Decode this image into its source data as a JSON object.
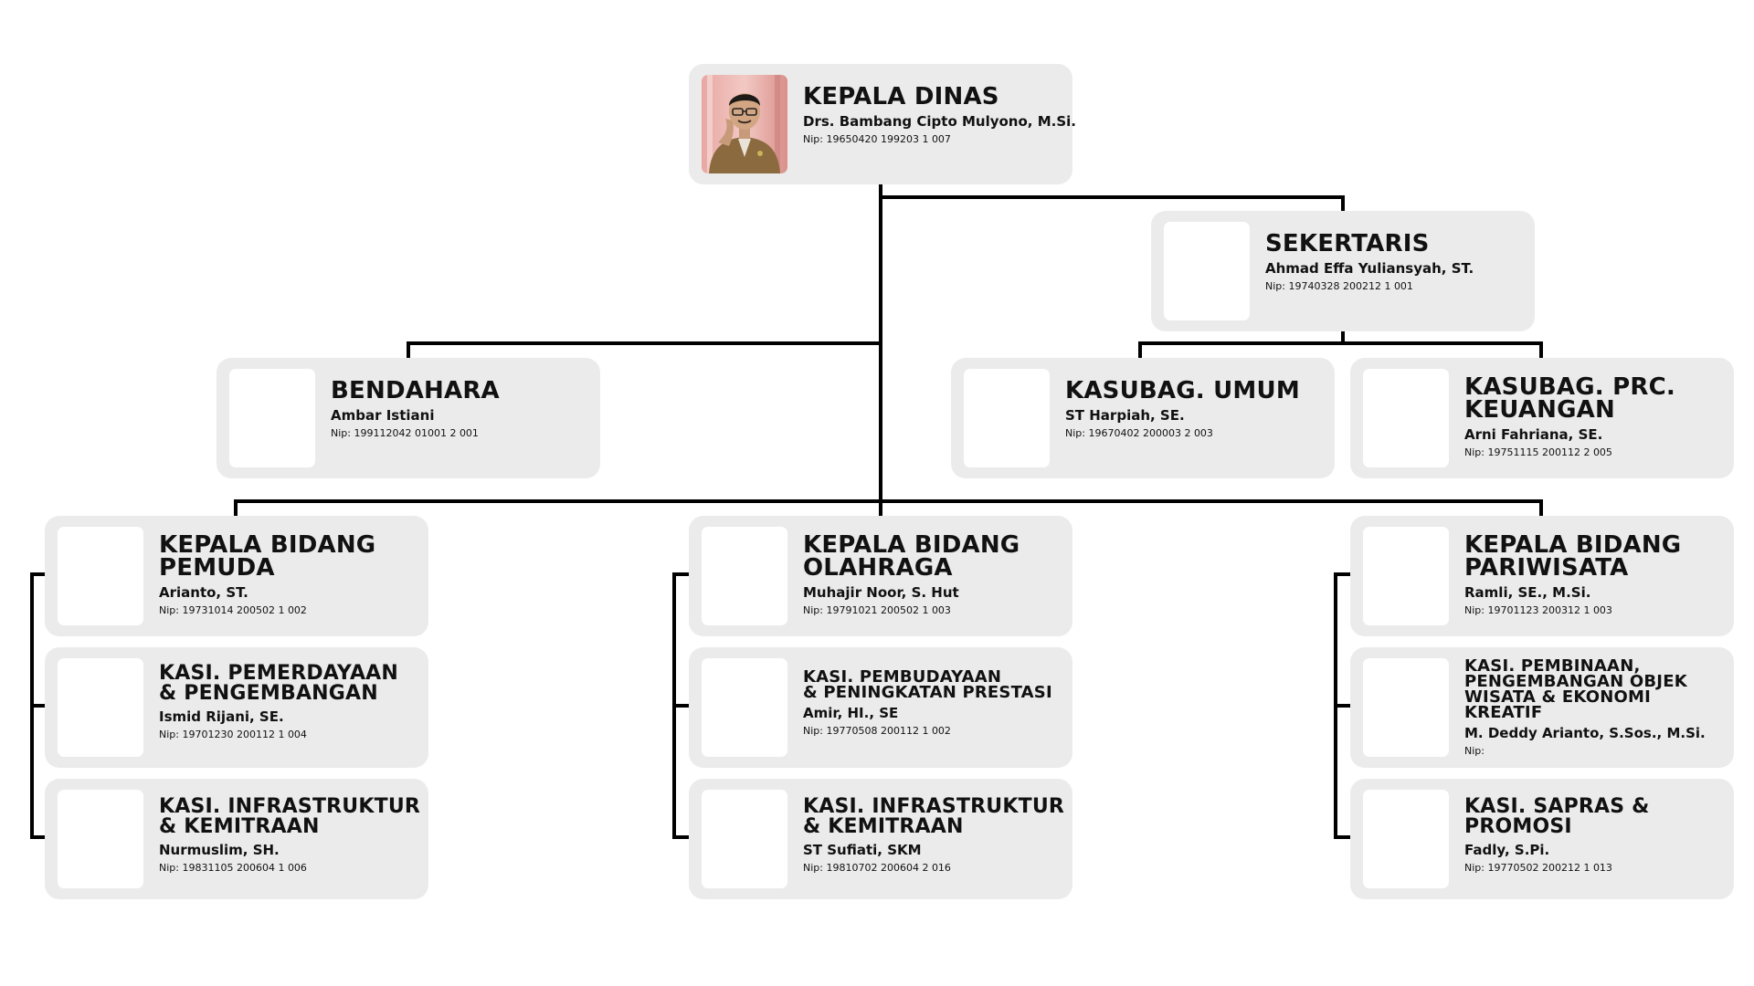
{
  "colors": {
    "card_background": "#ebebeb",
    "photo_background": "#ffffff",
    "connector": "#000000",
    "text": "#111111"
  },
  "head": {
    "title": "KEPALA DINAS",
    "name": "Drs. Bambang Cipto Mulyono, M.Si.",
    "nip": "Nip: 19650420 199203 1 007",
    "has_photo": true
  },
  "secretary": {
    "title": "SEKERTARIS",
    "name": "Ahmad Effa Yuliansyah, ST.",
    "nip": "Nip: 19740328 200212 1 001"
  },
  "treasurer": {
    "title": "BENDAHARA",
    "name": "Ambar Istiani",
    "nip": "Nip: 199112042 01001 2 001"
  },
  "kasubag_umum": {
    "title": "KASUBAG. UMUM",
    "name": "ST Harpiah, SE.",
    "nip": "Nip: 19670402 200003 2 003"
  },
  "kasubag_keuangan": {
    "title": "KASUBAG. PRC.\nKEUANGAN",
    "name": "Arni Fahriana, SE.",
    "nip": "Nip: 19751115 200112 2 005"
  },
  "divisions": [
    {
      "head": {
        "title": "KEPALA BIDANG\nPEMUDA",
        "name": "Arianto, ST.",
        "nip": "Nip: 19731014 200502 1 002"
      },
      "sections": [
        {
          "title": "KASI. PEMERDAYAAN\n& PENGEMBANGAN",
          "name": "Ismid Rijani, SE.",
          "nip": "Nip: 19701230 200112 1 004"
        },
        {
          "title": "KASI. INFRASTRUKTUR\n& KEMITRAAN",
          "name": "Nurmuslim, SH.",
          "nip": "Nip: 19831105 200604 1 006"
        }
      ]
    },
    {
      "head": {
        "title": "KEPALA BIDANG\nOLAHRAGA",
        "name": "Muhajir Noor, S. Hut",
        "nip": "Nip: 19791021 200502 1 003"
      },
      "sections": [
        {
          "title": "KASI. PEMBUDAYAAN\n& PENINGKATAN PRESTASI",
          "name": "Amir, HI., SE",
          "nip": "Nip: 19770508 200112 1 002"
        },
        {
          "title": "KASI. INFRASTRUKTUR\n& KEMITRAAN",
          "name": "ST Sufiati, SKM",
          "nip": "Nip: 19810702 200604 2 016"
        }
      ]
    },
    {
      "head": {
        "title": "KEPALA BIDANG\nPARIWISATA",
        "name": "Ramli, SE., M.Si.",
        "nip": "Nip: 19701123 200312 1 003"
      },
      "sections": [
        {
          "title": "KASI. PEMBINAAN,\nPENGEMBANGAN OBJEK\nWISATA & EKONOMI KREATIF",
          "name": "M. Deddy Arianto, S.Sos., M.Si.",
          "nip": "Nip:"
        },
        {
          "title": "KASI. SAPRAS &\nPROMOSI",
          "name": "Fadly, S.Pi.",
          "nip": "Nip: 19770502 200212 1 013"
        }
      ]
    }
  ]
}
